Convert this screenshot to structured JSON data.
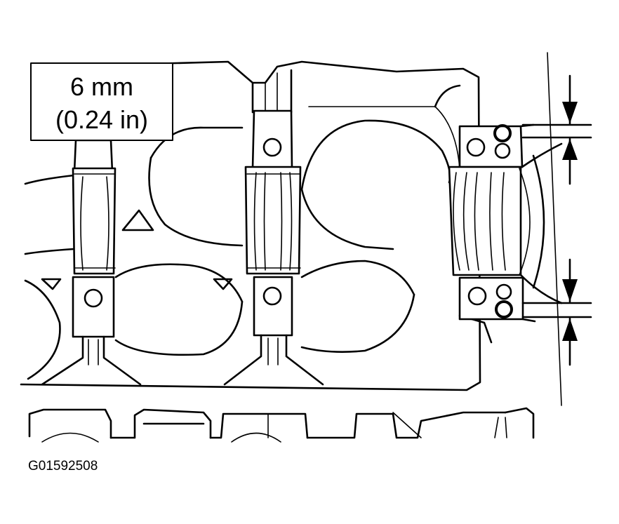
{
  "callout": {
    "line1": "6 mm",
    "line2": "(0.24 in)"
  },
  "figure_code": "G01592508"
}
